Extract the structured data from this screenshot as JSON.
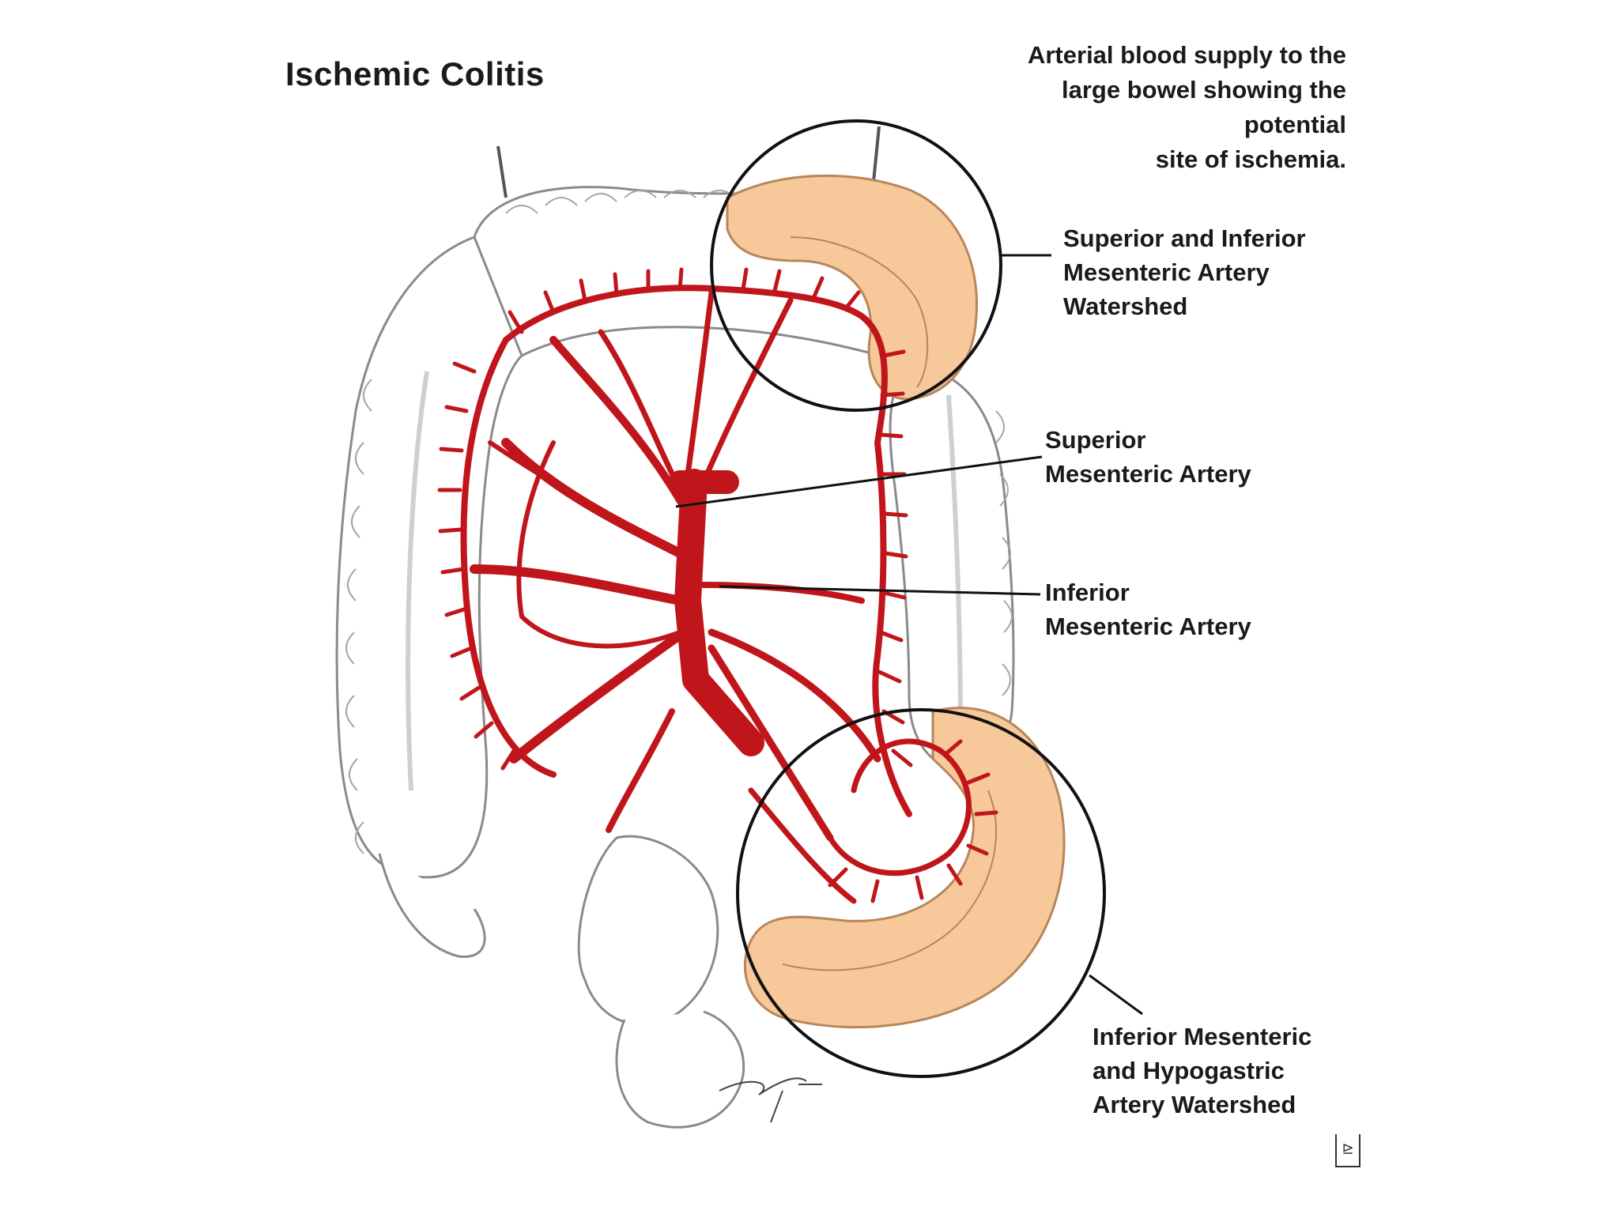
{
  "title": "Ischemic Colitis",
  "caption": "Arterial blood supply to the\nlarge bowel showing the\npotential\nsite of ischemia.",
  "labels": {
    "watershed_upper": "Superior and Inferior\nMesenteric Artery\nWatershed",
    "sma": "Superior\nMesenteric Artery",
    "ima": "Inferior\nMesenteric Artery",
    "watershed_lower": "Inferior Mesenteric\nand Hypogastric\nArtery Watershed"
  },
  "colors": {
    "artery": "#c0161b",
    "ischemic_bowel": "#f6c89a",
    "outline": "#8a8a8a",
    "callout": "#111111"
  }
}
